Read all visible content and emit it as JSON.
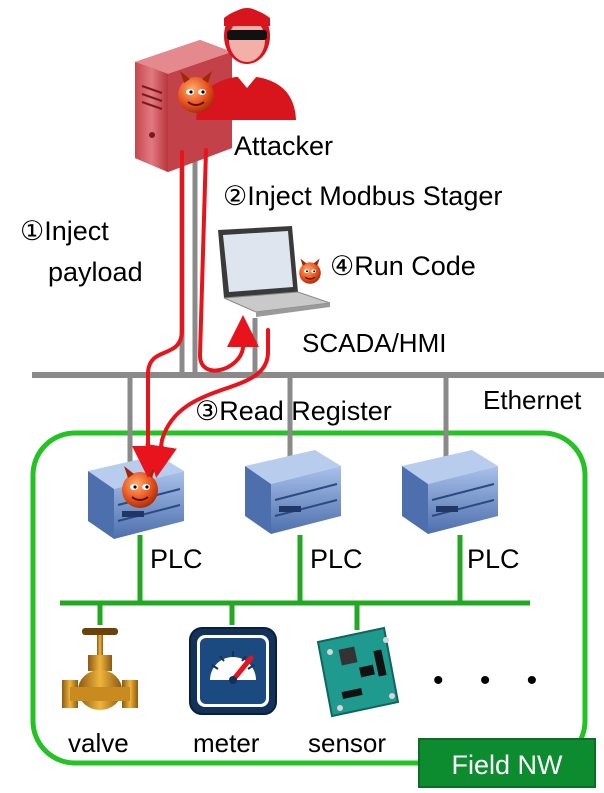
{
  "labels": {
    "attacker": "Attacker",
    "step1_line1": "①Inject",
    "step1_line2": "payload",
    "step2": "②Inject Modbus Stager",
    "step3": "③Read Register",
    "step4": "④Run Code",
    "scada": "SCADA/HMI",
    "ethernet": "Ethernet",
    "plc1": "PLC",
    "plc2": "PLC",
    "plc3": "PLC",
    "valve": "valve",
    "meter": "meter",
    "sensor": "sensor",
    "ellipsis": "• • •",
    "field_nw": "Field NW"
  },
  "colors": {
    "attack_path": "#e8131b",
    "network_line": "#8a8a8a",
    "field_border": "#22c322",
    "field_bus": "#22a822",
    "field_badge": "#0c8c2e",
    "server": "#d9646a",
    "attacker_figure": "#d8141c",
    "plc_body": "#6e8fc6",
    "malware_badge": "#e8531e"
  },
  "icons": {
    "attacker_server": "server-icon",
    "attacker_person": "hacker-person-icon",
    "malware": "devil-malware-icon",
    "hmi": "laptop-icon",
    "plc": "plc-device-icon",
    "valve": "valve-icon",
    "meter": "gauge-meter-icon",
    "sensor": "circuit-board-sensor-icon"
  }
}
